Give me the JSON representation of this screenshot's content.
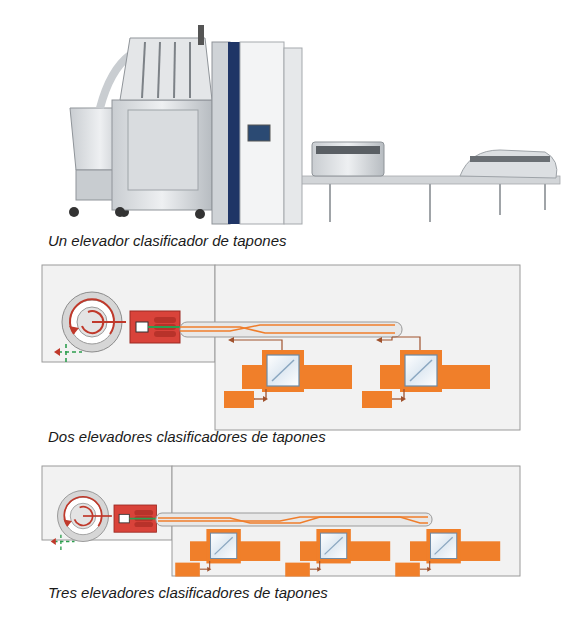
{
  "diagram": {
    "labels": [
      "Un elevador clasificador de tapones",
      "Dos elevadores clasificadores de tapones",
      "Tres elevadores clasificadores de tapones"
    ]
  }
}
